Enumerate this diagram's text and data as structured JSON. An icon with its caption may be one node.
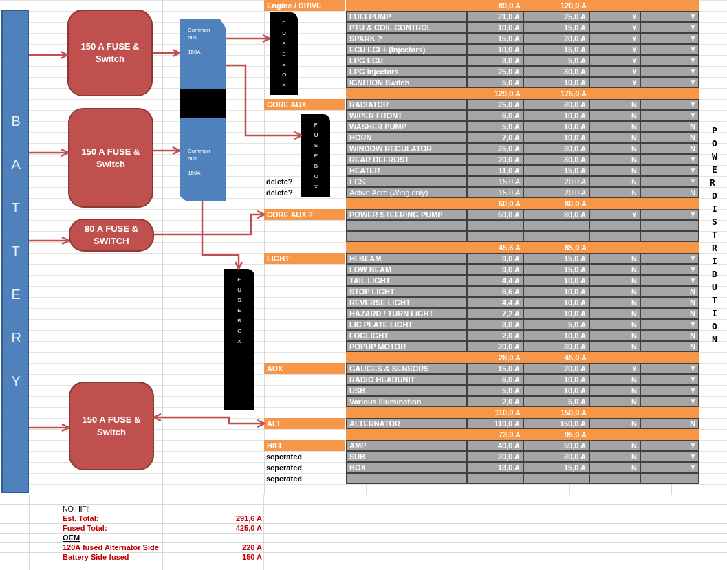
{
  "diagram": {
    "nodes": [
      {
        "text": [
          "BATTERY"
        ]
      },
      {
        "text": [
          "150 A FUSE & Switch"
        ]
      },
      {
        "text": [
          "150 A FUSE & Switch"
        ]
      },
      {
        "text": [
          "80 A FUSE & SWITCH"
        ]
      },
      {
        "text": [
          "150 A FUSE & Switch"
        ]
      },
      {
        "text": [
          "Common bus",
          "150A"
        ]
      },
      {
        "text": [
          "Common bus",
          "150A"
        ]
      },
      {
        "text": [
          "FUSEBOX"
        ]
      },
      {
        "text": [
          "FUSEBOX"
        ]
      },
      {
        "text": [
          "FUSEBOX"
        ]
      },
      {
        "text": [
          "Engine / DRIVE"
        ]
      },
      {
        "text": [
          "CORE AUX"
        ]
      },
      {
        "text": [
          "CORE AUX 2"
        ]
      },
      {
        "text": [
          "LIGHT"
        ]
      },
      {
        "text": [
          "AUX"
        ]
      },
      {
        "text": [
          "ALT"
        ]
      },
      {
        "text": [
          "HIFI"
        ]
      }
    ],
    "edges": [
      {
        "from": 0,
        "to": 1,
        "arrow": "to"
      },
      {
        "from": 0,
        "to": 2,
        "arrow": "to"
      },
      {
        "from": 0,
        "to": 3,
        "arrow": "to"
      },
      {
        "from": 0,
        "to": 4,
        "arrow": "to"
      },
      {
        "from": 1,
        "to": 5,
        "arrow": "to"
      },
      {
        "from": 2,
        "to": 6,
        "arrow": "to"
      },
      {
        "from": 5,
        "to": 7,
        "arrow": "to"
      },
      {
        "from": 5,
        "to": 8,
        "arrow": "to"
      },
      {
        "from": 3,
        "to": 12,
        "arrow": "to"
      },
      {
        "from": 6,
        "to": 9,
        "arrow": "to"
      },
      {
        "from": 4,
        "to": 15,
        "arrow": "both"
      }
    ],
    "labels": [
      "89,0 A",
      "120,0 A",
      "FUELPUMP",
      "21,0 A",
      "25,0 A",
      "Y",
      "Y",
      "PTU & COIL CONTROL",
      "10,0 A",
      "15,0 A",
      "Y",
      "Y",
      "SPARK ?",
      "15,0 A",
      "20,0 A",
      "Y",
      "Y",
      "ECU ECI + (Injectors)",
      "10,0 A",
      "15,0 A",
      "Y",
      "Y",
      "LPG ECU",
      "3,0 A",
      "5,0 A",
      "Y",
      "Y",
      "LPG Injectors",
      "25,0 A",
      "30,0 A",
      "Y",
      "Y",
      "IGNITION Switch",
      "5,0 A",
      "10,0 A",
      "Y",
      "Y",
      "129,0 A",
      "175,0 A",
      "RADIATOR",
      "25,0 A",
      "30,0 A",
      "N",
      "Y",
      "WIPER FRONT",
      "6,0 A",
      "10,0 A",
      "N",
      "Y",
      "WASHER PUMP",
      "5,0 A",
      "10,0 A",
      "N",
      "N",
      "HORN",
      "7,0 A",
      "10,0 A",
      "N",
      "N",
      "WINDOW REGULATOR",
      "25,0 A",
      "30,0 A",
      "N",
      "N",
      "REAR DEFROST",
      "20,0 A",
      "30,0 A",
      "N",
      "Y",
      "HEATER",
      "11,0 A",
      "15,0 A",
      "N",
      "Y",
      "delete?",
      "ECS",
      "15,0 A",
      "20,0 A",
      "N",
      "Y",
      "delete?",
      "Active Aero (Wing only)",
      "15,0 A",
      "20,0 A",
      "N",
      "N",
      "60,0 A",
      "80,0 A",
      "POWER STEERING PUMP",
      "60,0 A",
      "80,0 A",
      "Y",
      "Y",
      "45,6 A",
      "85,0 A",
      "HI BEAM",
      "9,0 A",
      "15,0 A",
      "N",
      "Y",
      "LOW BEAM",
      "9,0 A",
      "15,0 A",
      "N",
      "Y",
      "TAIL LIGHT",
      "4,4 A",
      "10,0 A",
      "N",
      "Y",
      "STOP LIGHT",
      "6,6 A",
      "10,0 A",
      "N",
      "N",
      "REVERSE LIGHT",
      "4,4 A",
      "10,0 A",
      "N",
      "N",
      "HAZARD / TURN LIGHT",
      "7,2 A",
      "10,0 A",
      "N",
      "N",
      "LIC PLATE LIGHT",
      "3,0 A",
      "5,0 A",
      "N",
      "Y",
      "FOGLIGHT",
      "2,0 A",
      "10,0 A",
      "N",
      "N",
      "POPUP MOTOR",
      "20,0 A",
      "30,0 A",
      "N",
      "N",
      "28,0 A",
      "45,0 A",
      "GAUGES & SENSORS",
      "15,0 A",
      "20,0 A",
      "Y",
      "Y",
      "RADIO HEADUNIT",
      "6,0 A",
      "10,0 A",
      "N",
      "Y",
      "USB",
      "5,0 A",
      "10,0 A",
      "N",
      "Y",
      "Various Illumination",
      "2,0 A",
      "5,0 A",
      "N",
      "Y",
      "110,0 A",
      "150,0 A",
      "ALTERNATOR",
      "110,0 A",
      "150,0 A",
      "N",
      "N",
      "73,0 A",
      "95,0 A",
      "AMP",
      "40,0 A",
      "50,0 A",
      "N",
      "Y",
      "seperated",
      "SUB",
      "20,0 A",
      "30,0 A",
      "N",
      "Y",
      "seperated",
      "BOX",
      "13,0 A",
      "15,0 A",
      "N",
      "Y",
      "seperated",
      "NO HIFI!",
      "Est. Total:",
      "291,6 A",
      "Fused Total:",
      "425,0 A",
      "OEM",
      "120A fused Alternator Side",
      "220 A",
      "Battery Side fused",
      "150 A",
      "POWER DISTRIBUTION"
    ]
  }
}
